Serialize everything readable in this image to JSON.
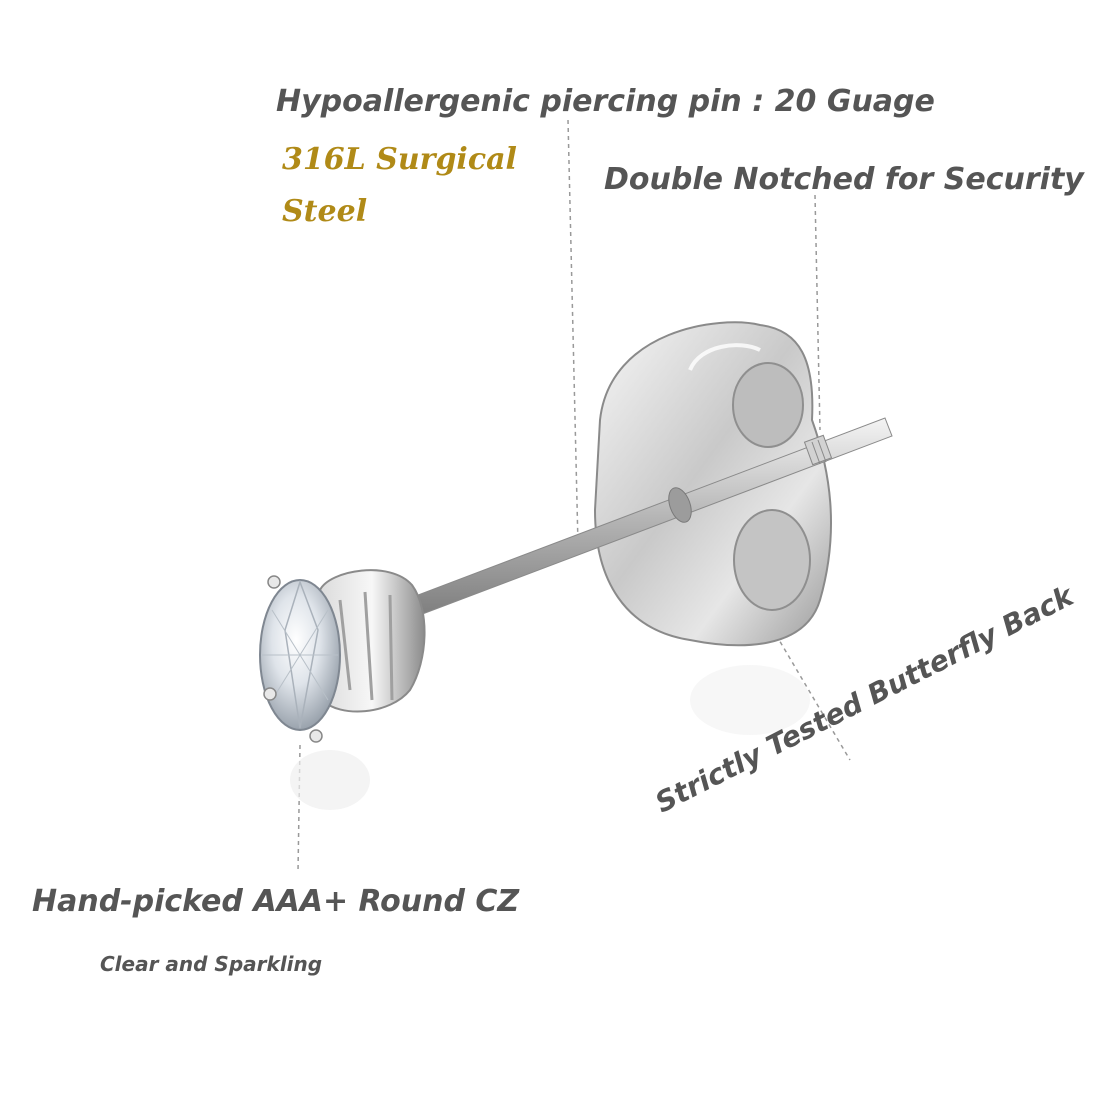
{
  "labels": {
    "pin": "Hypoallergenic  piercing pin : 20 Guage",
    "steel_line1": "316L Surgical",
    "steel_line2": "Steel",
    "notch": "Double Notched for Security",
    "cz": "Hand-picked AAA+ Round CZ",
    "clear": "Clear and Sparkling",
    "back": "Strictly Tested  Butterfly Back"
  },
  "colors": {
    "text_gray": "#555555",
    "text_gold": "#b08a17",
    "leader_line": "#999999",
    "metal_light": "#eeeeee",
    "metal_dark": "#8a8a8a"
  }
}
